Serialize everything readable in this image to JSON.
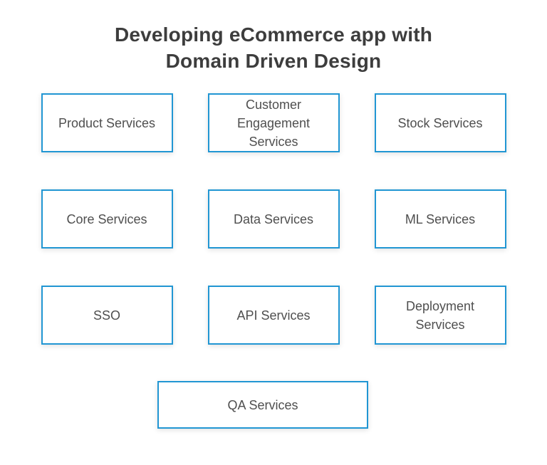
{
  "title": {
    "line1": "Developing eCommerce app with",
    "line2": "Domain Driven Design"
  },
  "colors": {
    "box_border": "#2196d3",
    "box_background": "#ffffff",
    "box_text": "#4f4f4f",
    "title_text": "#3d3d3d",
    "page_background": "#ffffff"
  },
  "boxes": [
    {
      "label": "Product Services"
    },
    {
      "label": "Customer\nEngagement\nServices"
    },
    {
      "label": "Stock Services"
    },
    {
      "label": "Core Services"
    },
    {
      "label": "Data Services"
    },
    {
      "label": "ML Services"
    },
    {
      "label": "SSO"
    },
    {
      "label": "API Services"
    },
    {
      "label": "Deployment\nServices"
    },
    {
      "label": "QA Services"
    }
  ]
}
